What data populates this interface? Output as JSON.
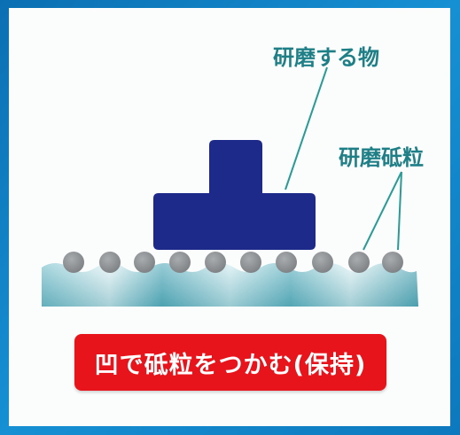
{
  "colors": {
    "frame": "#1185c8",
    "panel": "#fbfcfc",
    "object": "#1e2a8a",
    "grain": "#8c8f92",
    "leader_line": "#2a9a96",
    "caption": "#1e7f86",
    "banner": "#e8141c",
    "banner_text": "#ffffff"
  },
  "labels": {
    "object": "研磨する物",
    "grains": "研磨砥粒"
  },
  "banner": {
    "text": "凹で砥粒をつかむ(保持)"
  },
  "icons": {
    "object": "polishing-object-shape",
    "grain": "abrasive-grain-circle"
  }
}
